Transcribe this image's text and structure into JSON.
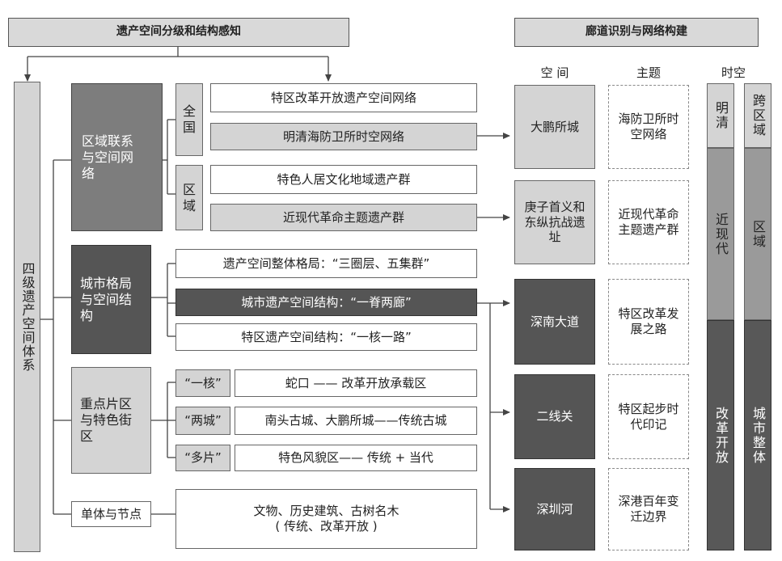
{
  "headers": {
    "left_title": "遗产空间分级和结构感知",
    "right_title": "廊道识别与网络构建"
  },
  "left_axis": "四级遗产空间体系",
  "levels": {
    "regional": "区域联系\n与空间网\n络",
    "city": "城市格局\n与空间结\n构",
    "district": "重点片区\n与特色街\n区",
    "unit": "单体与节点"
  },
  "sublabels": {
    "national": "全\n国",
    "region": "区\n域",
    "one_core": "“一核”",
    "two_cities": "“两城”",
    "multi": "“多片”"
  },
  "items": {
    "sez_network": "特区改革开放遗产空间网络",
    "ming_qing": "明清海防卫所时空网络",
    "folk_culture": "特色人居文化地域遗产群",
    "revolution": "近现代革命主题遗产群",
    "overall": "遗产空间整体格局：“三圈层、五集群”",
    "city_structure": "城市遗产空间结构：“一脊两廊”",
    "sez_structure": "特区遗产空间结构：“一核一路”",
    "shekou": "蛇口 —— 改革开放承载区",
    "nantou": "南头古城、大鹏所城——传统古城",
    "featured": "特色风貌区—— 传统 + 当代",
    "relics": "文物、历史建筑、古树名木\n( 传统、改革开放 )"
  },
  "columns": {
    "space": "空 间",
    "theme": "主题",
    "time_space": "时空"
  },
  "corridors": [
    {
      "space": "大鹏所城",
      "theme": "海防卫所时\n空网络"
    },
    {
      "space": "庚子首义和\n东纵抗战遗\n址",
      "theme": "近现代革命\n主题遗产群"
    },
    {
      "space": "深南大道",
      "theme": "特区改革发\n展之路"
    },
    {
      "space": "二线关",
      "theme": "特区起步时\n代印记"
    },
    {
      "space": "深圳河",
      "theme": "深港百年变\n迁边界"
    }
  ],
  "time_bars": {
    "time": [
      "明清",
      "近现代",
      "改革开放"
    ],
    "space": [
      "跨区域",
      "区域",
      "城市整体"
    ]
  }
}
